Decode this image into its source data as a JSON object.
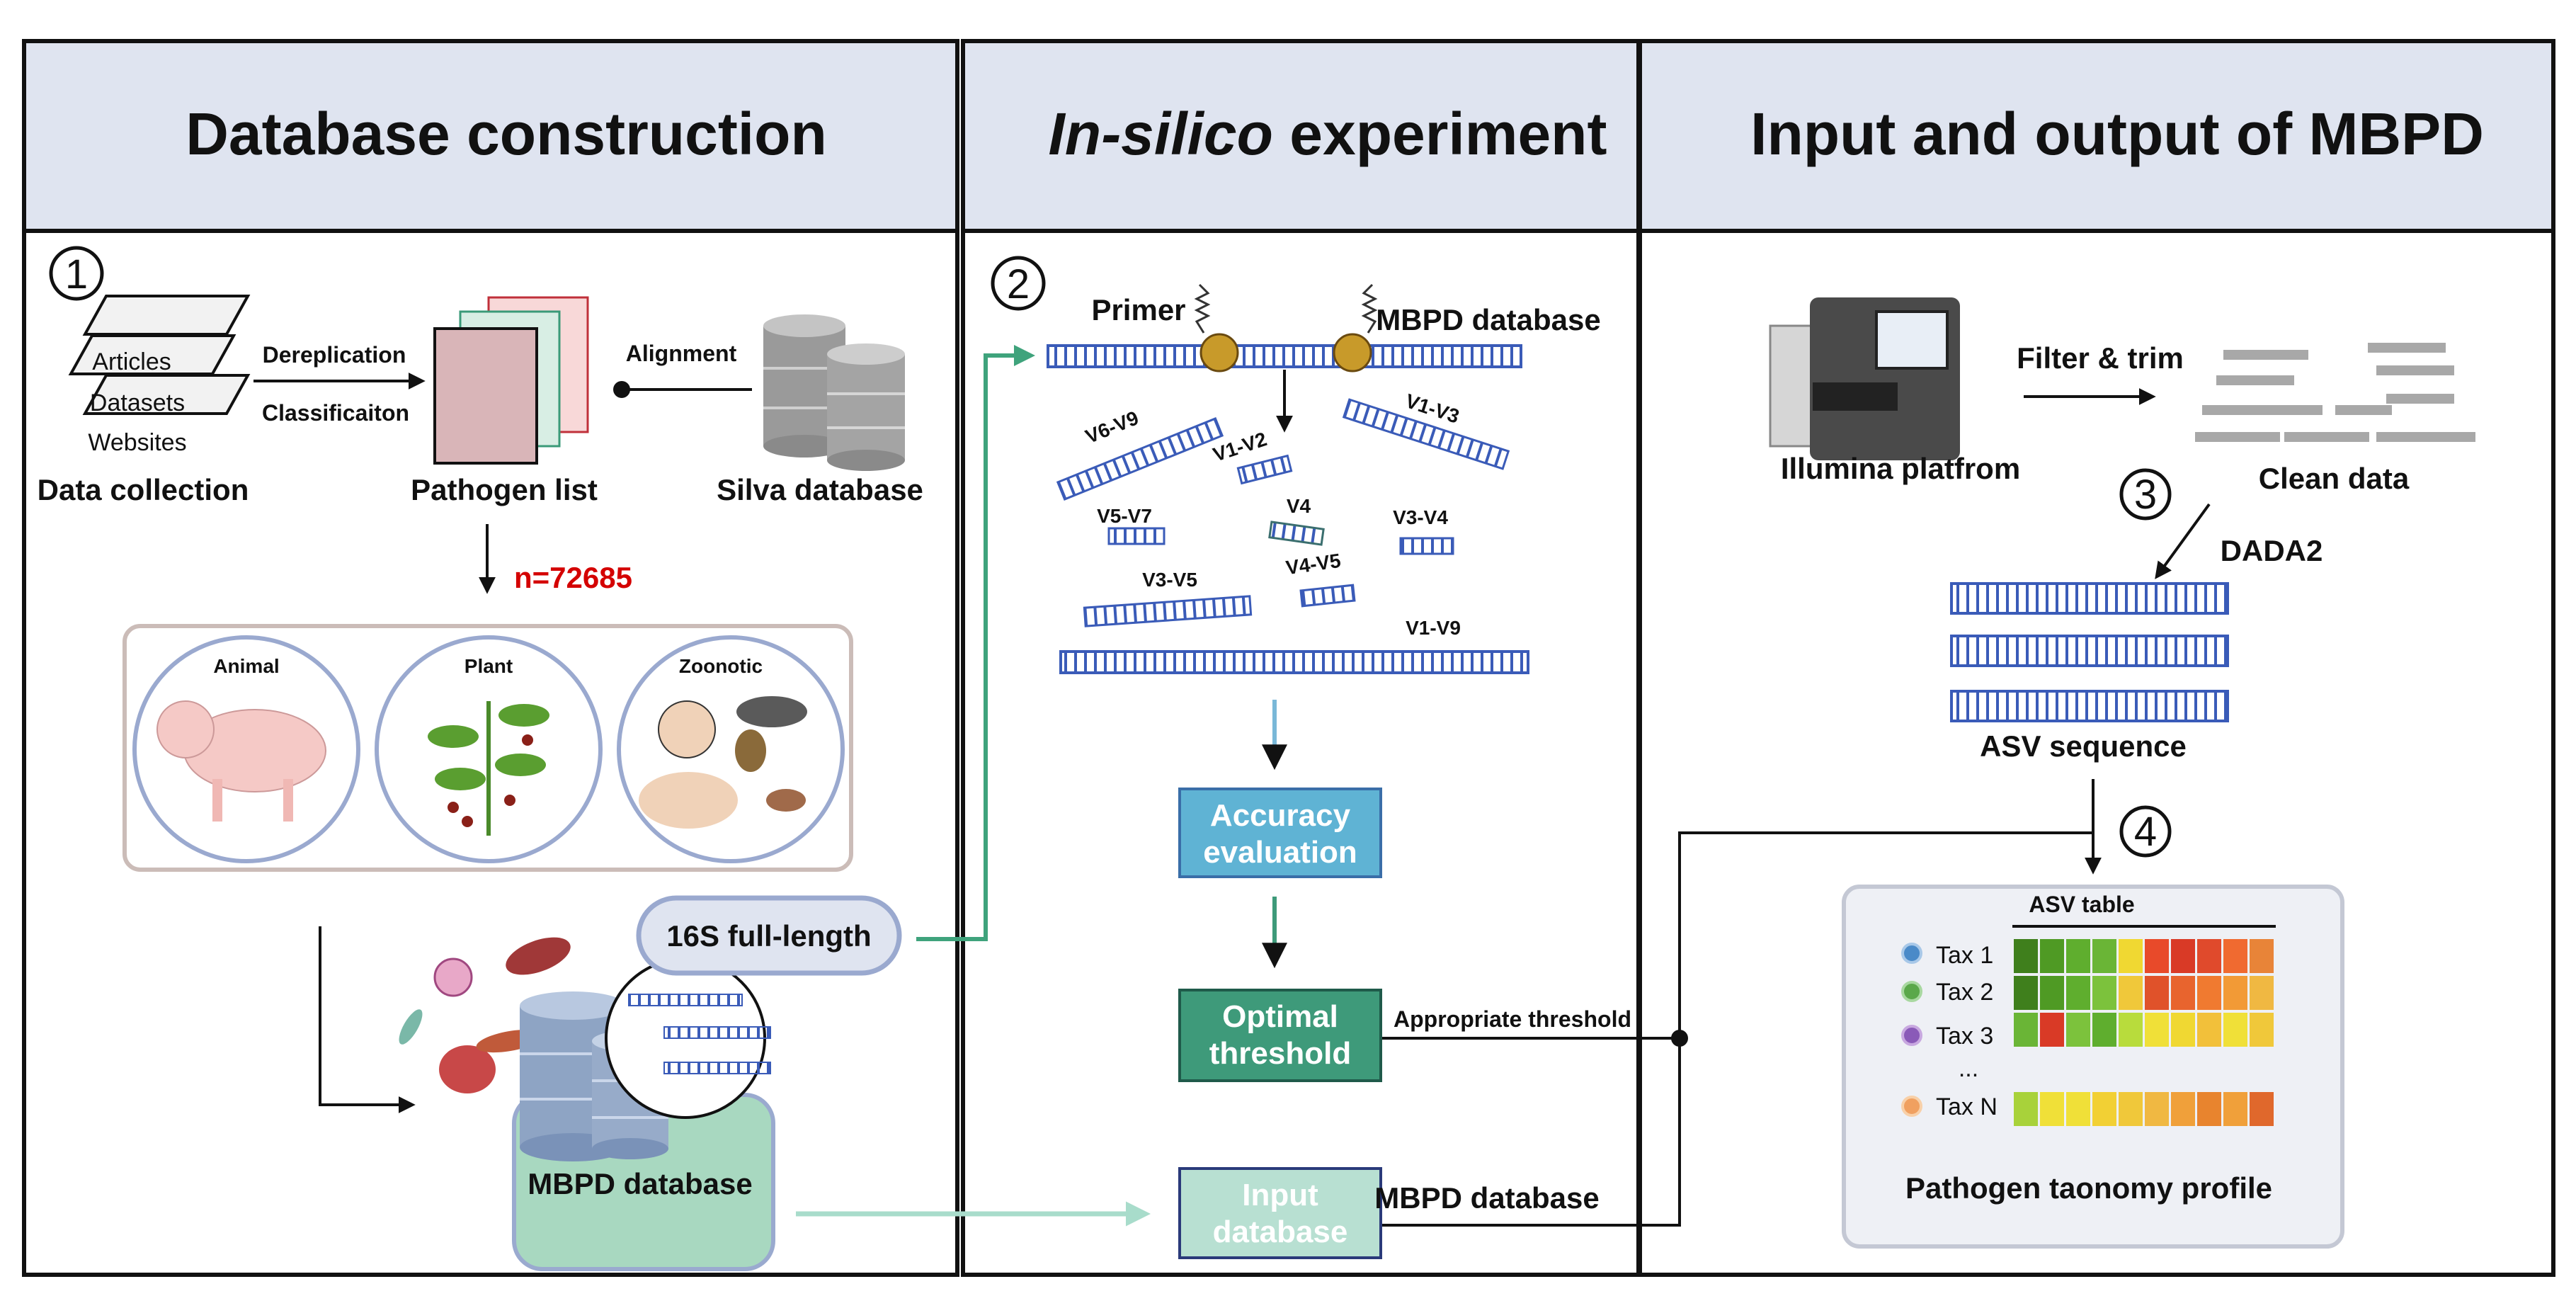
{
  "headers": {
    "col1": "Database construction",
    "col2_italic": "In-silico",
    "col2_rest": " experiment",
    "col3": "Input and output of MBPD"
  },
  "steps": {
    "s1": "1",
    "s2": "2",
    "s3": "3",
    "s4": "4"
  },
  "panel1": {
    "sources": [
      "Articles",
      "Datasets",
      "Websites"
    ],
    "data_collection": "Data collection",
    "dereplication": "Dereplication",
    "classification": "Classificaiton",
    "pathogen_list": "Pathogen list",
    "alignment": "Alignment",
    "silva": "Silva database",
    "count": "n=72685",
    "categories": [
      "Animal",
      "Plant",
      "Zoonotic"
    ],
    "full_length": "16S full-length",
    "mbpd_db": "MBPD database"
  },
  "panel2": {
    "primer": "Primer",
    "mbpd_db": "MBPD database",
    "regions": [
      "V6-V9",
      "V1-V2",
      "V1-V3",
      "V5-V7",
      "V4",
      "V3-V4",
      "V3-V5",
      "V4-V5",
      "V1-V9"
    ],
    "accuracy": [
      "Accuracy",
      "evaluation"
    ],
    "optimal": [
      "Optimal",
      "threshold"
    ],
    "input_db": [
      "Input",
      "database"
    ],
    "appropriate_threshold": "Appropriate threshold",
    "mbpd_db2": "MBPD database"
  },
  "panel3": {
    "filter_trim": "Filter & trim",
    "illumina": "Illumina platfrom",
    "clean_data": "Clean data",
    "dada2": "DADA2",
    "asv_sequence": "ASV sequence",
    "asv_table": "ASV table",
    "taxa": [
      "Tax 1",
      "Tax 2",
      "Tax 3",
      "...",
      "Tax N"
    ],
    "profile": "Pathogen taonomy profile"
  },
  "colors": {
    "header_bg": "#dfe4f0",
    "teal_arrow": "#3fa37c",
    "accuracy_box": "#5fb3d4",
    "optimal_box": "#3e9a7a",
    "input_box": "#b8e0d2",
    "dna_blue": "#3a5bb8",
    "count_red": "#d40000"
  },
  "heatmap": {
    "rows": [
      [
        "#3f7f1c",
        "#4f9a24",
        "#5fae2e",
        "#6ab536",
        "#f0d832",
        "#e84a2a",
        "#d93a26",
        "#e04a2c",
        "#f06a30",
        "#e88438"
      ],
      [
        "#3f7f1c",
        "#4f9a24",
        "#5fae2e",
        "#7cc23c",
        "#f0c83a",
        "#e0522a",
        "#e8642e",
        "#f07a30",
        "#f29a36",
        "#f0b842"
      ],
      [
        "#6ab536",
        "#d93a26",
        "#7cc23c",
        "#5fae2e",
        "#b8dc3c",
        "#f0e038",
        "#f0d832",
        "#f2c03a",
        "#f0e038",
        "#f0c83a"
      ],
      [
        "#a8d23a",
        "#f0e038",
        "#f0e038",
        "#f2d034",
        "#f0c83a",
        "#f0b842",
        "#f0a03a",
        "#e8842e",
        "#f0a03a",
        "#e0682c"
      ]
    ]
  }
}
